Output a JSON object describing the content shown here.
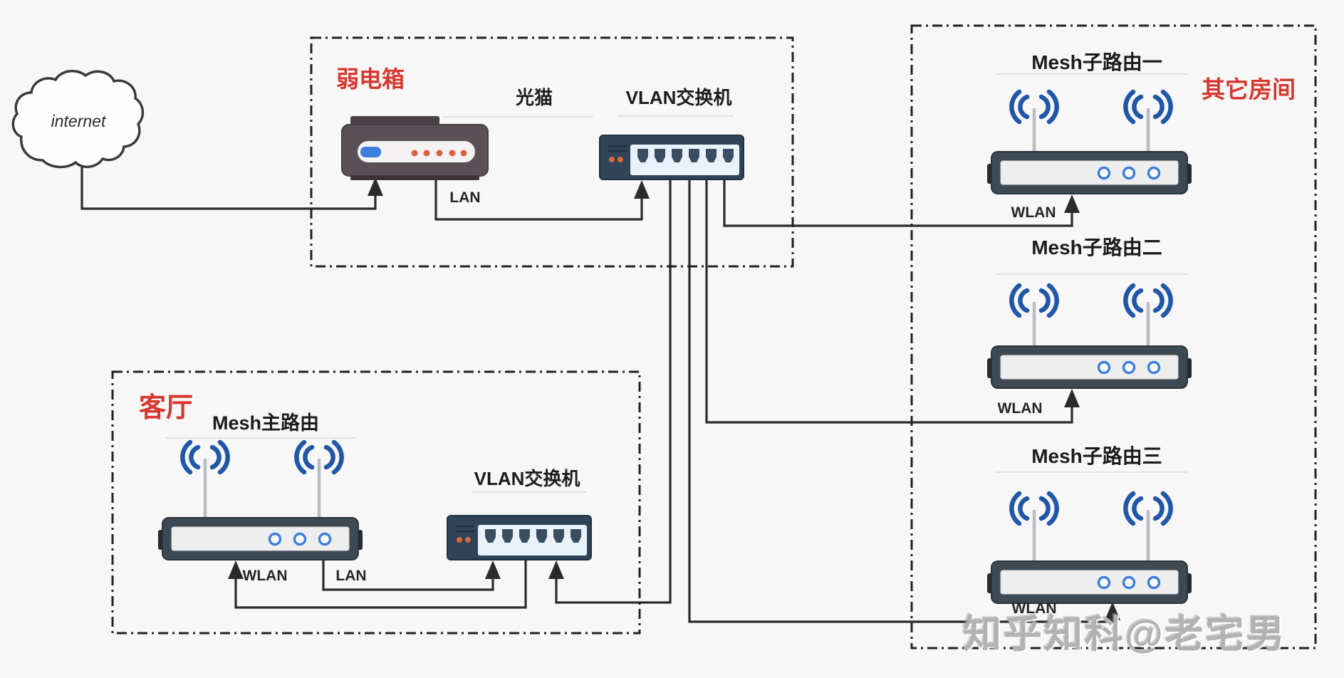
{
  "diagram": {
    "internet_label": "internet",
    "watermark": "知乎知科@老宅男",
    "colors": {
      "accent_red": "#d8372e",
      "wire_black": "#2b2b2b",
      "wifi_blue": "#2257a8",
      "indicator_blue": "#3b7edd",
      "led_orange": "#e0693c",
      "router_dark": "#3d4a54",
      "switch_dark": "#2f4457",
      "modem_dark": "#5a5055"
    },
    "zones": {
      "weak_current_box": {
        "label": "弱电箱"
      },
      "living_room": {
        "label": "客厅"
      },
      "other_rooms": {
        "label": "其它房间"
      }
    },
    "devices": {
      "modem": {
        "label": "光猫"
      },
      "switch_main": {
        "label": "VLAN交换机"
      },
      "switch_living": {
        "label": "VLAN交换机"
      },
      "router_main": {
        "label": "Mesh主路由"
      },
      "router_sub1": {
        "label": "Mesh子路由一"
      },
      "router_sub2": {
        "label": "Mesh子路由二"
      },
      "router_sub3": {
        "label": "Mesh子路由三"
      }
    },
    "port_labels": {
      "modem_lan": "LAN",
      "router_main_wlan": "WLAN",
      "router_main_lan": "LAN",
      "sub1_wlan": "WLAN",
      "sub2_wlan": "WLAN",
      "sub3_wlan": "WLAN"
    }
  }
}
